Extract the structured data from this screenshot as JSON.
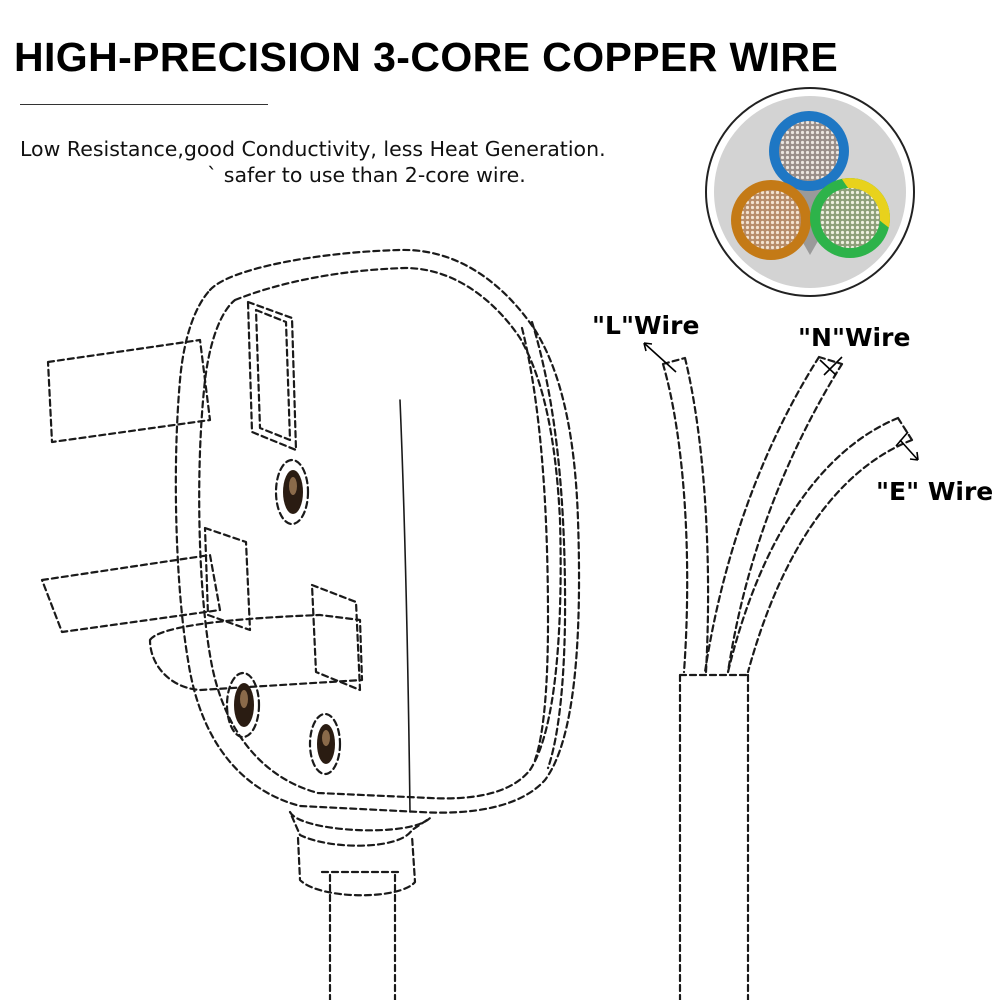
{
  "title": "HIGH-PRECISION 3-CORE COPPER WIRE",
  "subtitle_line1": "Low Resistance,good Conductivity, less Heat Generation.",
  "subtitle_line2": "` safer to use than 2-core wire.",
  "labels": {
    "l_wire": "\"L\"Wire",
    "n_wire": "\"N\"Wire",
    "e_wire": "\"E\" Wire"
  },
  "colors": {
    "live": "#c47a16",
    "neutral": "#1e77c4",
    "earth_green": "#2db34a",
    "earth_yellow": "#e8d21c",
    "copper": "#d9a877",
    "sheath": "#d0d0d0"
  }
}
